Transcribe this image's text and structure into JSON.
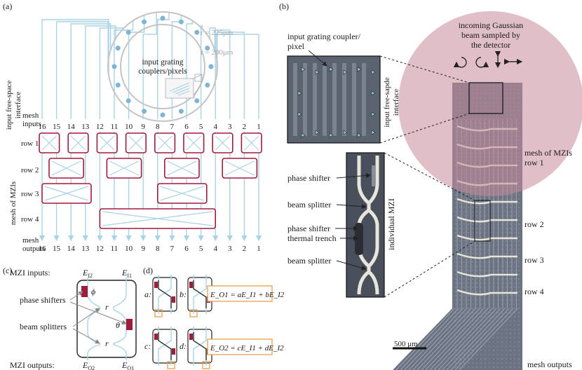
{
  "panels": {
    "a": "(a)",
    "b": "(b)",
    "c": "(c)",
    "d": "(d)"
  },
  "panel_a": {
    "side_label_top_1": "input free-space",
    "side_label_top_2": "interface",
    "side_label_mesh": "mesh of MZIs",
    "radius_outer": "r = 225μm",
    "radius_inner": "r = 200μm",
    "center_label_1": "input grating",
    "center_label_2": "couplers/pixels",
    "mesh_inputs_1": "mesh",
    "mesh_inputs_2": "inputs",
    "mesh_outputs_1": "mesh",
    "mesh_outputs_2": "outputs",
    "rows": [
      "row 1",
      "row 2",
      "row 3",
      "row 4"
    ],
    "input_numbers": [
      "16",
      "15",
      "14",
      "13",
      "12",
      "11",
      "10",
      "9",
      "8",
      "7",
      "6",
      "5",
      "4",
      "3",
      "2",
      "1"
    ],
    "output_numbers": [
      "16",
      "15",
      "14",
      "13",
      "12",
      "11",
      "10",
      "9",
      "8",
      "7",
      "6",
      "5",
      "4",
      "3",
      "2",
      "1"
    ]
  },
  "panel_c": {
    "inputs_label": "MZI inputs:",
    "outputs_label": "MZI outputs:",
    "e_i2": "E",
    "e_i2_sub": "I2",
    "e_i1": "E",
    "e_i1_sub": "I1",
    "e_o2": "E",
    "e_o2_sub": "O2",
    "e_o1": "E",
    "e_o1_sub": "O1",
    "phase_shifters": "phase shifters",
    "beam_splitters": "beam splitters",
    "phi": "ϕ",
    "theta": "θ",
    "r1": "r",
    "r2": "r"
  },
  "panel_d": {
    "a": "a:",
    "b": "b:",
    "c": "c:",
    "d": "d:",
    "eq1": "E_O1 = aE_I1 + bE_I2",
    "eq2": "E_O2 = cE_I1 + dE_I2"
  },
  "panel_b": {
    "beam_1": "incoming Gaussian",
    "beam_2": "beam sampled by",
    "beam_3": "the detector",
    "grating_1": "input grating coupler/",
    "grating_2": "pixel",
    "fs_1": "input free-sapde",
    "fs_2": "interface",
    "mesh_1": "mesh of MZIs",
    "mesh_2": "row 1",
    "row2": "row 2",
    "row3": "row 3",
    "row4": "row 4",
    "mesh_outputs": "mesh outputs",
    "scale": "500 μm",
    "phase_shifter": "phase shifter",
    "beam_splitter": "beam splitter",
    "phase_shifter_2": "phase shifter",
    "thermal_trench": "thermal trench",
    "beam_splitter_2": "beam splitter",
    "individual_mzi": "individual MZI"
  },
  "colors": {
    "mzi_border": "#a01c3c",
    "waveguide": "#a9d3e6",
    "beam": "#c78a9a",
    "chip_dark": "#4a4f5c"
  }
}
